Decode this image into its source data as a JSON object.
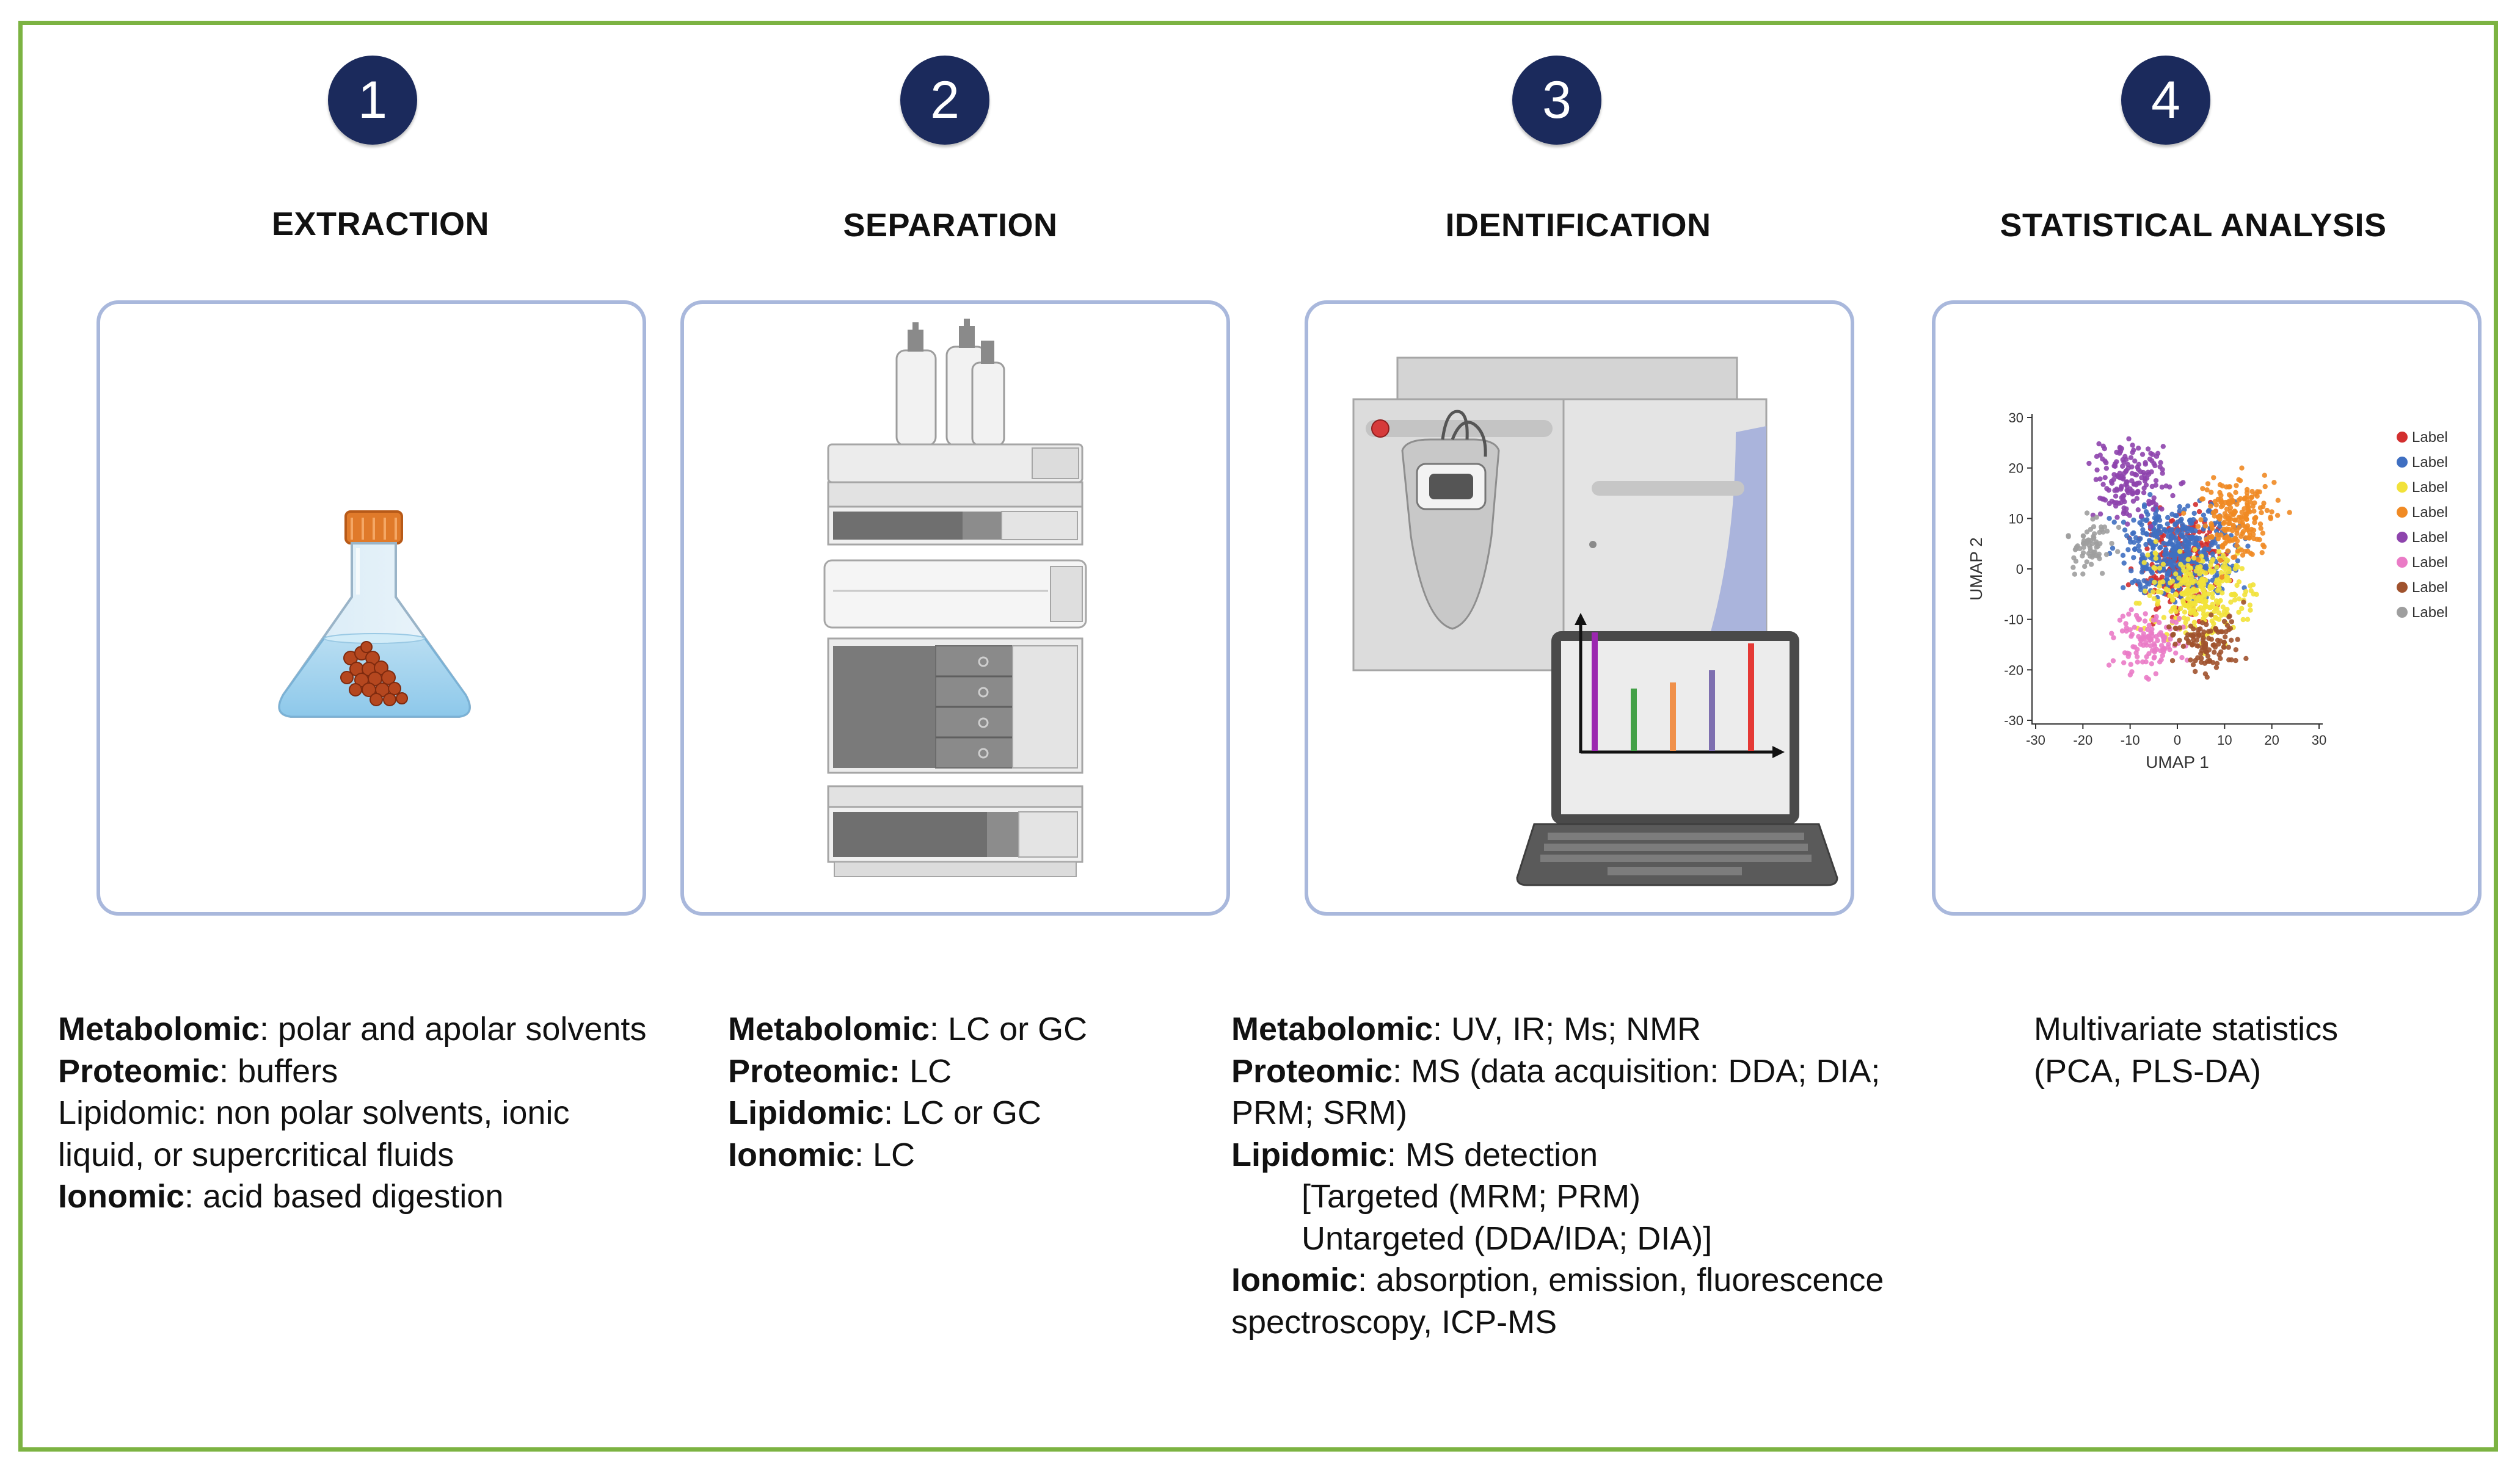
{
  "steps": [
    {
      "number": "1",
      "title": "EXTRACTION",
      "lines": [
        {
          "bold": "Metabolomic",
          "text": ": polar and apolar solvents"
        },
        {
          "bold": "Proteomic",
          "text": ":  buffers"
        },
        {
          "bold": "",
          "text": "Lipidomic: non polar solvents, ionic"
        },
        {
          "bold": "",
          "text": "liquid, or supercritical fluids"
        },
        {
          "bold": "Ionomic",
          "text": ": acid based digestion"
        }
      ]
    },
    {
      "number": "2",
      "title": "SEPARATION",
      "lines": [
        {
          "bold": "Metabolomic",
          "text": ":  LC or GC"
        },
        {
          "bold": "Proteomic:",
          "text": " LC"
        },
        {
          "bold": "Lipidomic",
          "text": ": LC or GC"
        },
        {
          "bold": "Ionomic",
          "text": ": LC"
        }
      ]
    },
    {
      "number": "3",
      "title": "IDENTIFICATION",
      "lines": [
        {
          "bold": "Metabolomic",
          "text": ": UV, IR;  Ms; NMR"
        },
        {
          "bold": "Proteomic",
          "text": ": MS (data acquisition: DDA; DIA;"
        },
        {
          "bold": "",
          "text": "PRM; SRM)"
        },
        {
          "bold": "Lipidomic",
          "text": ": MS detection"
        },
        {
          "bold": "",
          "text": "[Targeted (MRM; PRM)",
          "indent": true
        },
        {
          "bold": "",
          "text": "Untargeted (DDA/IDA; DIA)]",
          "indent": true
        },
        {
          "bold": "Ionomic",
          "text": ": absorption, emission,  fluorescence"
        },
        {
          "bold": "",
          "text": "spectroscopy, ICP-MS"
        }
      ]
    },
    {
      "number": "4",
      "title": "STATISTICAL ANALYSIS",
      "lines": [
        {
          "bold": "",
          "text": "Multivariate statistics"
        },
        {
          "bold": "",
          "text": "(PCA, PLS-DA)"
        }
      ]
    }
  ],
  "colors": {
    "frame": "#7cb342",
    "badge": "#1b2a5c",
    "card_border": "#a9b8dc"
  },
  "umap": {
    "xlabel": "UMAP 1",
    "ylabel": "UMAP 2",
    "xticks": [
      "-30",
      "-20",
      "-10",
      "0",
      "10",
      "20",
      "30"
    ],
    "yticks": [
      "30",
      "20",
      "10",
      "0",
      "-10",
      "-20",
      "-30"
    ],
    "legend": [
      {
        "label": "Label",
        "color": "#d32f2f"
      },
      {
        "label": "Label",
        "color": "#3f6fc1"
      },
      {
        "label": "Label",
        "color": "#f2e23a"
      },
      {
        "label": "Label",
        "color": "#f08a24"
      },
      {
        "label": "Label",
        "color": "#8e44ad"
      },
      {
        "label": "Label",
        "color": "#ea7bc6"
      },
      {
        "label": "Label",
        "color": "#a0522d"
      },
      {
        "label": "Label",
        "color": "#9e9e9e"
      }
    ]
  },
  "icons": [
    "flask-icon",
    "hplc-system-icon",
    "mass-spectrometer-icon",
    "laptop-chart-icon",
    "umap-scatter-icon"
  ]
}
